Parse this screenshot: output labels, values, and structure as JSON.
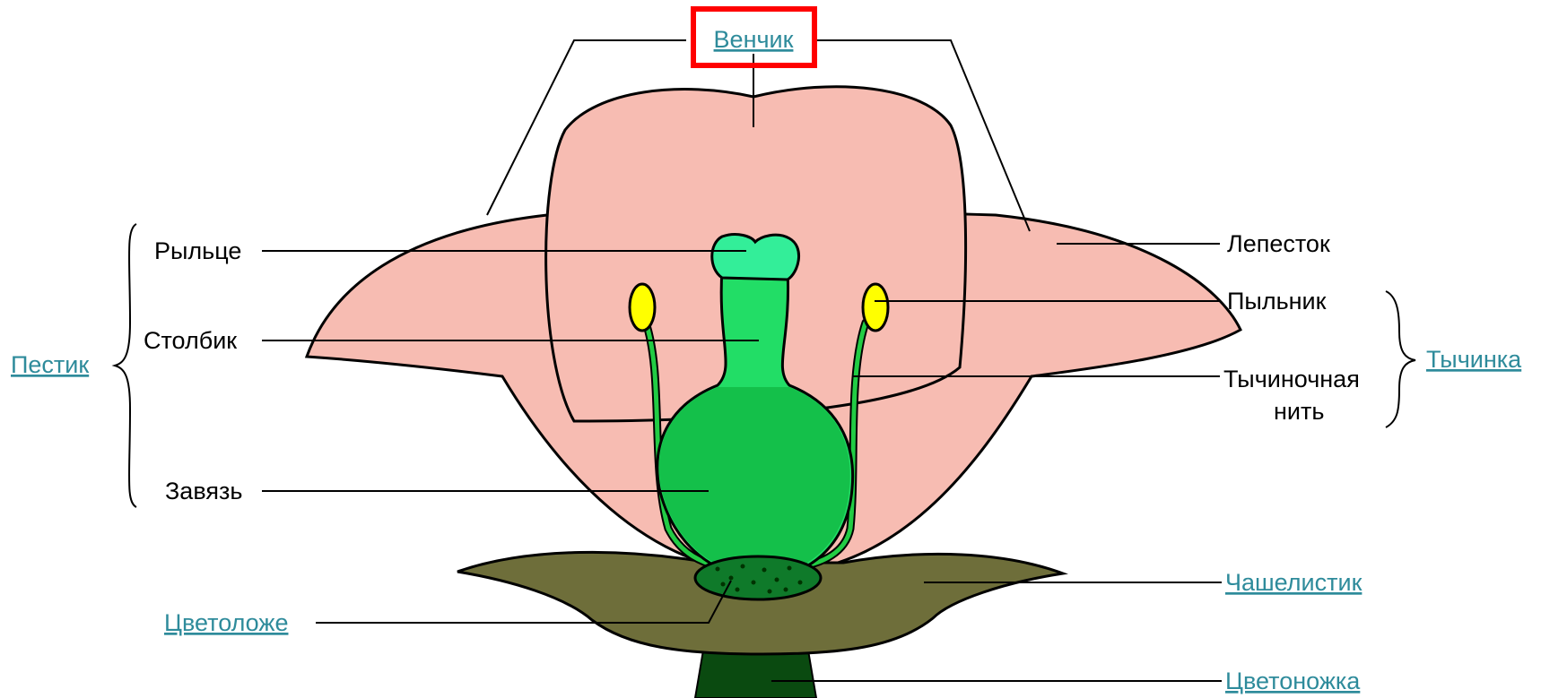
{
  "labels": {
    "corolla": "Венчик",
    "petal": "Лепесток",
    "stigma": "Рыльце",
    "style": "Столбик",
    "pistil": "Пестик",
    "ovary": "Завязь",
    "anther": "Пыльник",
    "stamen": "Тычинка",
    "filament_line1": "Тычиночная",
    "filament_line2": "нить",
    "sepal": "Чашелистик",
    "receptacle": "Цветоложе",
    "pedicel": "Цветоножка"
  },
  "colors": {
    "petal": "#f7bcb2",
    "sepal": "#6e6e3a",
    "stigma": "#33ee99",
    "style": "#22dd66",
    "ovary": "#14c04a",
    "anther": "#ffff00",
    "filament": "#22cc44",
    "receptacle": "#0f7a2a",
    "pedicel": "#0a4a10",
    "link": "#2e8b9b",
    "highlight": "#ff0000"
  }
}
